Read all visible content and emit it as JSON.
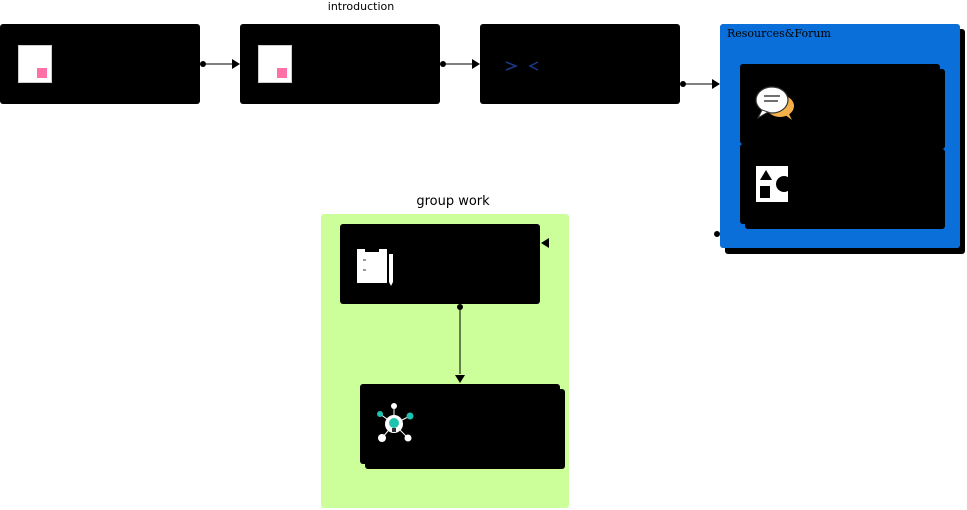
{
  "labels": {
    "introduction": "introduction",
    "resources": "Resources&Forum",
    "group_work": "group work"
  },
  "colors": {
    "node": "#000000",
    "resources_bg": "#0a6fd8",
    "group_bg": "#ccff99",
    "doc_accent": "#ff6fa8",
    "bubble_orange": "#f5b04a",
    "bulb_teal": "#1fc2b0"
  },
  "icons": {
    "node1": "document-icon",
    "node2": "document-icon",
    "node3": "dashed-arrows-icon",
    "res1": "chat-bubbles-icon",
    "res2": "shapes-icon",
    "group1": "clipboard-pencil-icon",
    "group2": "lightbulb-network-icon"
  }
}
